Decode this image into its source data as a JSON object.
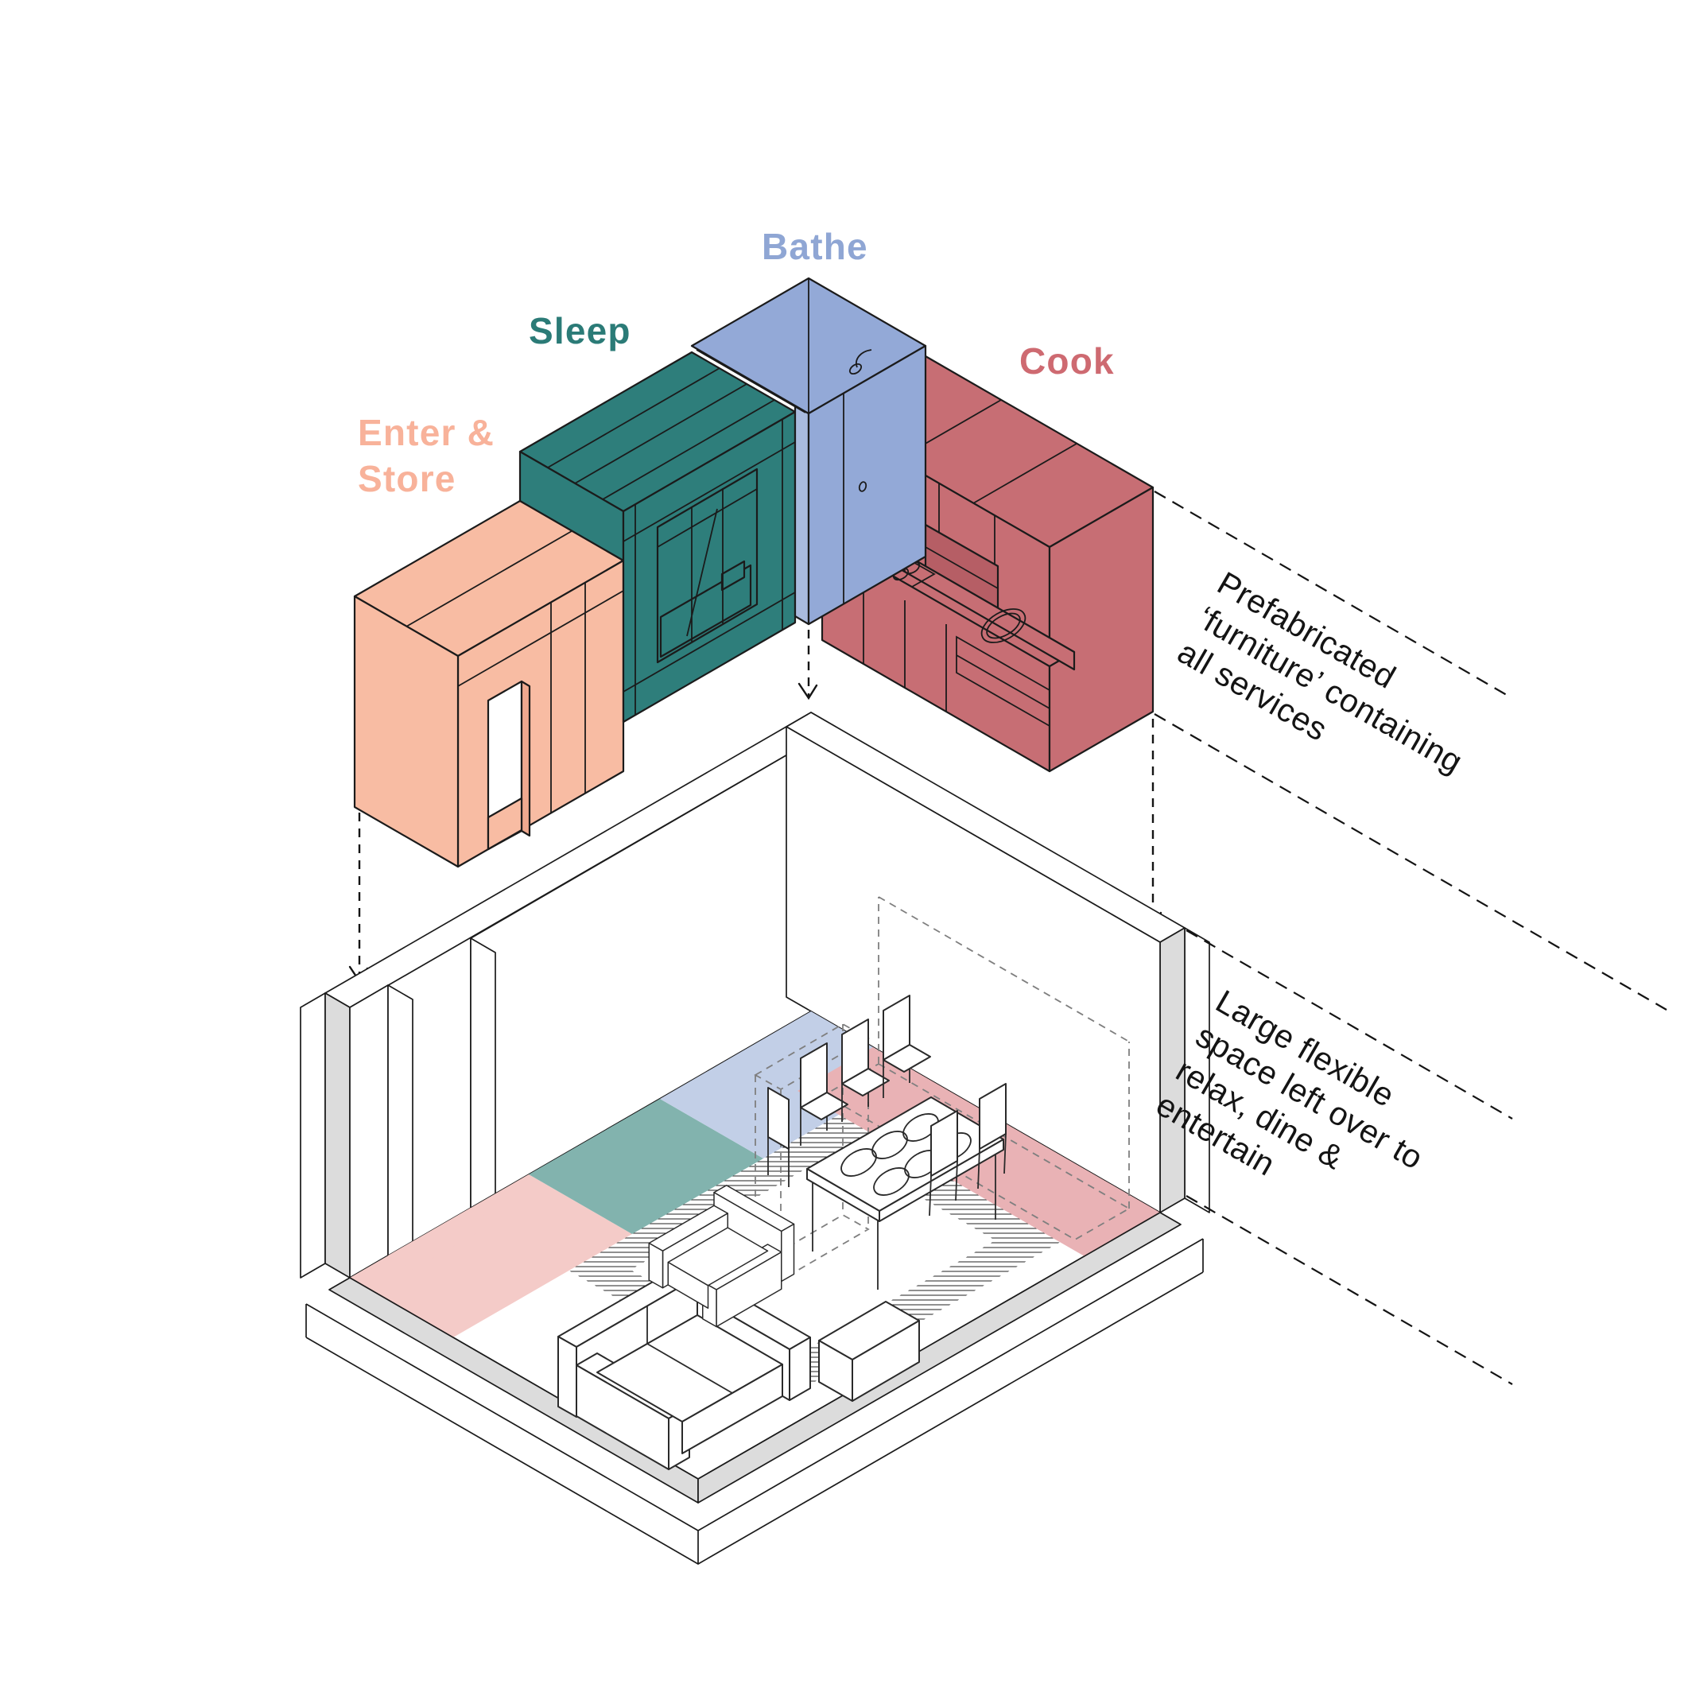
{
  "labels": {
    "enter_store": {
      "line1": "Enter &",
      "line2": "Store"
    },
    "sleep": {
      "text": "Sleep"
    },
    "bathe": {
      "text": "Bathe"
    },
    "cook": {
      "text": "Cook"
    }
  },
  "annotations": {
    "prefab": {
      "lines": [
        "Prefabricated",
        "‘furniture’ containing",
        "all services"
      ]
    },
    "flexible": {
      "lines": [
        "Large flexible",
        "space left over to",
        "relax, dine &",
        "entertain"
      ]
    }
  },
  "colors": {
    "enter_store": "#F8BCA3",
    "enter_store_label": "#F8B29A",
    "sleep": "#2E7E7B",
    "sleep_label": "#2B7B77",
    "bathe": "#93A9D7",
    "bathe_light": "#A9BBDE",
    "bathe_label": "#8FA6D4",
    "cook": "#C76E74",
    "cook_label": "#CE6A71",
    "floor_pink": "#F4CBC8",
    "floor_teal": "#82B3AE",
    "floor_blue": "#C2CFE7",
    "floor_red": "#E9B2B5",
    "wall_gray": "#DCDCDC",
    "line": "#1B1B1B"
  }
}
